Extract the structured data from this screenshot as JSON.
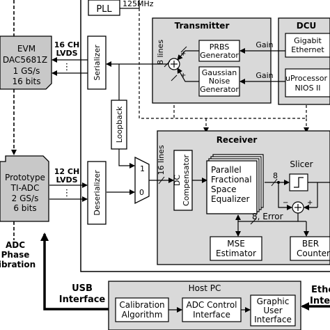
{
  "blocks": {
    "pll": "PLL",
    "clock": "125MHz",
    "evm": [
      "EVM",
      "DAC5681Z",
      "1 GS/s",
      "16 bits"
    ],
    "prototype": [
      "Prototype",
      "TI-ADC",
      "2 GS/s",
      "6 bits"
    ],
    "ch16": [
      "16 CH",
      "LVDS"
    ],
    "ch12": [
      "12 CH",
      "LVDS"
    ],
    "serializer": "Serializer",
    "deserializer": "Deserializer",
    "loopback": "Loopback",
    "transmitter": "Transmitter",
    "lines8": "8 lines",
    "prbs": [
      "PRBS",
      "Generator"
    ],
    "gaussian": [
      "Gaussian",
      "Noise",
      "Generator"
    ],
    "gain1": "Gain",
    "gain2": "Gain",
    "dcu": "DCU",
    "gigabit": [
      "Gigabit",
      "Ethernet"
    ],
    "uprocessor": [
      "uProcessor",
      "NIOS II"
    ],
    "receiver": "Receiver",
    "lines16": "16 lines",
    "mux_one": "1",
    "mux_zero": "0",
    "dc": [
      "DC",
      "Compensator"
    ],
    "pfse": [
      "Parallel",
      "Fractional",
      "Space",
      "Equalizer"
    ],
    "slicer": "Slicer",
    "rx8": "8",
    "error": "8, Error",
    "mse": [
      "MSE",
      "Estimator"
    ],
    "ber": [
      "BER",
      "Counter"
    ],
    "adc_phase": [
      "ADC",
      "Phase",
      "Calibration"
    ],
    "usb": [
      "USB",
      "Interface"
    ],
    "host_pc": "Host PC",
    "calib": [
      "Calibration",
      "Algorithm"
    ],
    "adc_ctrl": [
      "ADC Control",
      "Interface"
    ],
    "gui": [
      "Graphic",
      "User",
      "Interface"
    ],
    "ethernet_if": [
      "Ethe",
      "Inte"
    ]
  }
}
